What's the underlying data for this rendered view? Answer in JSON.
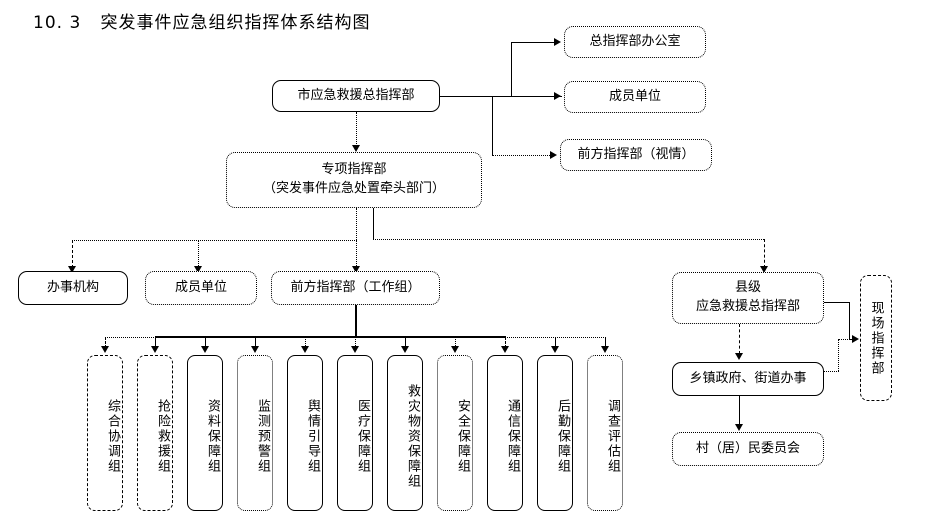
{
  "title": "10. 3   突发事件应急组织指挥体系结构图",
  "diagram": {
    "type": "org-chart",
    "nodes": {
      "city_hq": {
        "label": "市应急救援总指挥部"
      },
      "hq_office": {
        "label": "总指挥部办公室"
      },
      "member_units_top": {
        "label": "成员单位"
      },
      "front_hq_top": {
        "label": "前方指挥部（视情）"
      },
      "special_hq": {
        "line1": "专项指挥部",
        "line2": "（突发事件应急处置牵头部门）"
      },
      "office_org": {
        "label": "办事机构"
      },
      "member_units": {
        "label": "成员单位"
      },
      "front_hq_work": {
        "label": "前方指挥部（工作组）"
      },
      "county_hq": {
        "line1": "县级",
        "line2": "应急救援总指挥部"
      },
      "township": {
        "label": "乡镇政府、街道办事"
      },
      "village": {
        "label": "村（居）民委员会"
      },
      "scene_hq": {
        "label": "现场指挥部"
      }
    },
    "work_groups": [
      {
        "label": "综合协调组"
      },
      {
        "label": "抢险救援组"
      },
      {
        "label": "资料保障组"
      },
      {
        "label": "监测预警组"
      },
      {
        "label": "舆情引导组"
      },
      {
        "label": "医疗保障组"
      },
      {
        "label": "救灾物资保障组"
      },
      {
        "label": "安全保障组"
      },
      {
        "label": "通信保障组"
      },
      {
        "label": "后勤保障组"
      },
      {
        "label": "调查评估组"
      }
    ]
  }
}
